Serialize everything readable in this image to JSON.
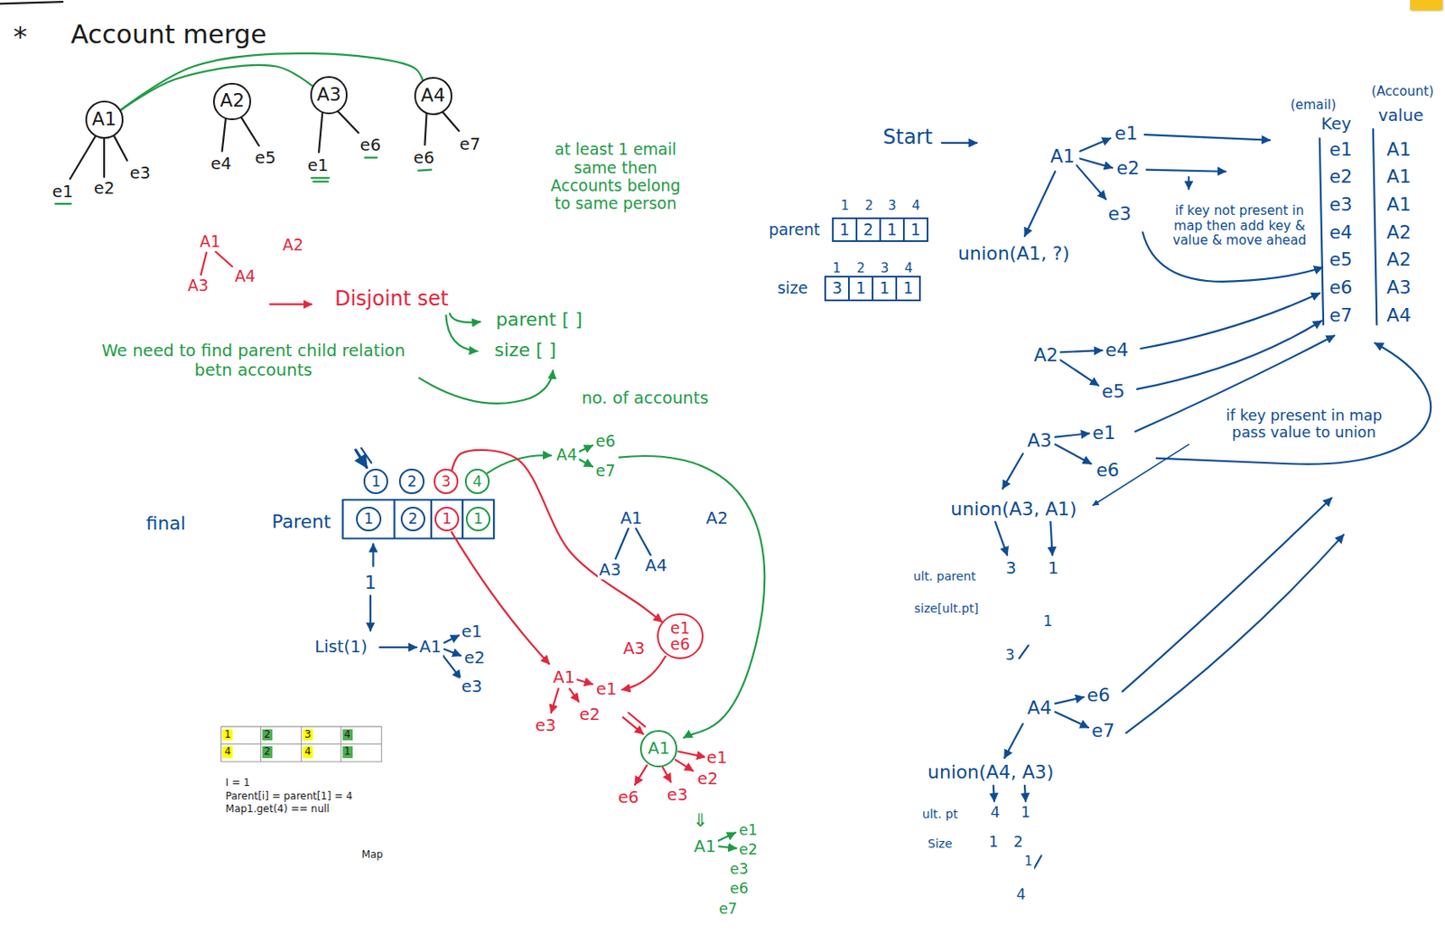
{
  "diagram": {
    "title": "Account merge",
    "nodes": [
      {
        "text": [
          "A1"
        ]
      },
      {
        "text": [
          "A2"
        ]
      },
      {
        "text": [
          "A3"
        ]
      },
      {
        "text": [
          "A4"
        ]
      },
      {
        "text": [
          "1"
        ]
      },
      {
        "text": [
          "2"
        ]
      },
      {
        "text": [
          "3"
        ]
      },
      {
        "text": [
          "4"
        ]
      },
      {
        "text": [
          "1"
        ]
      },
      {
        "text": [
          "2"
        ]
      },
      {
        "text": [
          "1"
        ]
      },
      {
        "text": [
          "1"
        ]
      },
      {
        "text": [
          "A1"
        ]
      },
      {
        "text": [
          "e1",
          "e6"
        ]
      },
      {
        "text": [
          "1",
          "2",
          "1",
          "1"
        ]
      },
      {
        "text": [
          "3",
          "1",
          "1",
          "1"
        ]
      }
    ],
    "edges": [
      {
        "from": 0,
        "to": 2,
        "arrow": "none"
      },
      {
        "from": 0,
        "to": 3,
        "arrow": "none"
      },
      {
        "from": 6,
        "to": 13,
        "arrow": "to"
      }
    ],
    "labels": [
      "*",
      "e1",
      "e2",
      "e3",
      "e4",
      "e5",
      "e1",
      "e6",
      "e6",
      "e7",
      "at least 1 email same then Accounts belong to same person",
      "A1",
      "A3",
      "A4",
      "A2",
      "Disjoint set",
      "parent [ ]",
      "size [ ]",
      "We need to find parent child relation betn accounts",
      "no. of accounts",
      "final",
      "Parent",
      "1",
      "List(1)",
      "A1",
      "e1",
      "e2",
      "e3",
      "A4",
      "e6",
      "e7",
      "A1",
      "A3",
      "A4",
      "A2",
      "A3",
      "A1",
      "e1",
      "e2",
      "e3",
      "e1",
      "e2",
      "e6",
      "e3",
      "⇓",
      "A1",
      "e1",
      "e2",
      "e3",
      "e6",
      "e7",
      "1",
      "2",
      "3",
      "4",
      "4",
      "2",
      "4",
      "1",
      "I = 1",
      "Parent[i] = parent[1] = 4",
      "Map1.get(4) == null",
      "Map",
      "Start",
      "A1",
      "e1",
      "e2",
      "e3",
      "union(A1, ?)",
      "parent",
      "1",
      "2",
      "3",
      "4",
      "1",
      "2",
      "3",
      "4",
      "size",
      "if key not present in map then add key & value & move ahead",
      "(email)",
      "Key",
      "(Account)",
      "value",
      "e1",
      "e2",
      "e3",
      "e4",
      "e5",
      "e6",
      "e7",
      "A1",
      "A1",
      "A1",
      "A2",
      "A2",
      "A3",
      "A4",
      "A2",
      "e4",
      "e5",
      "A3",
      "e1",
      "e6",
      "if key present in map pass value to union",
      "union(A3, A1)",
      "ult. parent",
      "3",
      "1",
      "size[ult.pt]",
      "1",
      "3",
      "A4",
      "e6",
      "e7",
      "union(A4, A3)",
      "ult. pt",
      "4",
      "1",
      "Size",
      "1",
      "2",
      "1",
      "4"
    ]
  }
}
